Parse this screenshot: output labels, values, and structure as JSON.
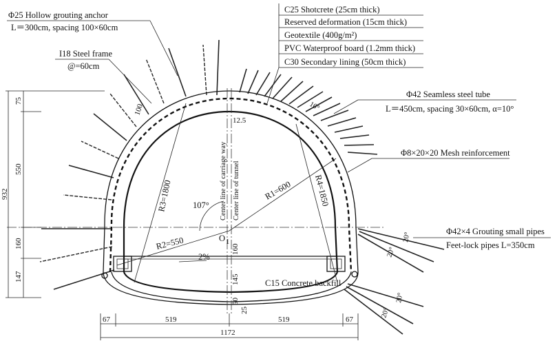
{
  "labels": {
    "hollow_anchor": "Φ25 Hollow grouting anchor",
    "hollow_anchor_spec": "L＝300cm, spacing 100×60cm",
    "steel_frame": "I18  Steel frame",
    "steel_frame_spacing": "@=60cm",
    "shotcrete": "C25 Shotcrete (25cm thick)",
    "reserved_deformation": "Reserved deformation (15cm thick)",
    "geotextile": "Geotextile (400g/m²)",
    "pvc_board": "PVC Waterproof board (1.2mm thick)",
    "secondary_lining": "C30 Secondary lining (50cm thick)",
    "seamless_tube": "Φ42 Seamless steel tube",
    "seamless_tube_spec": "L＝450cm, spacing 30×60cm, α=10°",
    "mesh": "Φ8×20×20  Mesh reinforcement",
    "grouting_pipes": "Φ42×4 Grouting small pipes",
    "feet_lock": "Feet-lock pipes L=350cm",
    "backfill": "C15 Concrete backfill",
    "center_carriage": "Center line of carriage way",
    "center_tunnel": "Center line of tunnel",
    "r1": "R1=600",
    "r2": "R2=550",
    "r3": "R3=1800",
    "r4": "R4=1850",
    "o1": "O",
    "o1_sub": "1",
    "angle_107": "107°",
    "slope": "2%",
    "angle_10": "10°",
    "angle_20a": "20°",
    "angle_20b": "20°",
    "angle_20c": "20°",
    "angle_20d": "20°"
  },
  "dimensions": {
    "d75": "75",
    "d550": "550",
    "d160": "160",
    "d147": "147",
    "d932": "932",
    "d100": "100",
    "d12_5": "12.5",
    "d160c": "160",
    "d145": "145",
    "d50": "50",
    "d25": "25",
    "b67l": "67",
    "b519l": "519",
    "b519r": "519",
    "b67r": "67",
    "b1172": "1172"
  }
}
